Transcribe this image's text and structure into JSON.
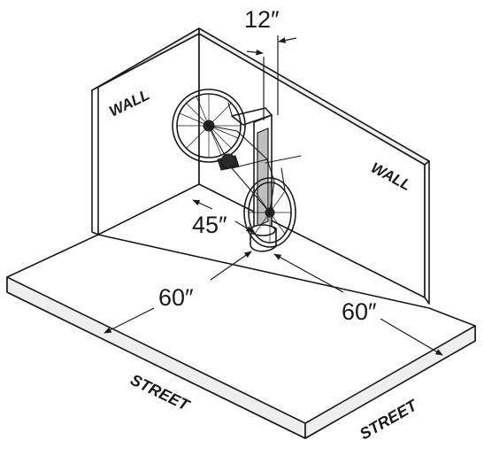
{
  "labels": {
    "wall_left": "WALL",
    "wall_right": "WALL",
    "street_left": "STREET",
    "street_right": "STREET"
  },
  "dimensions": {
    "rack_depth": "12″",
    "wall_clearance": "45″",
    "street_left": "60″",
    "street_right": "60″"
  }
}
